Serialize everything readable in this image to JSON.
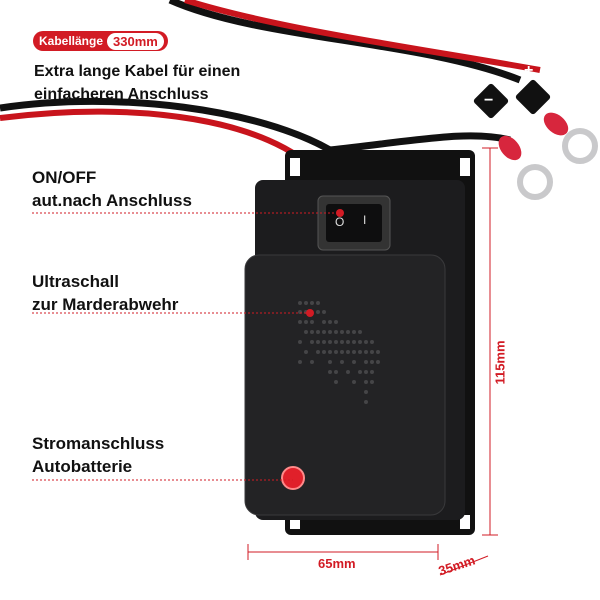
{
  "cable_badge": {
    "label": "Kabellänge",
    "value": "330mm"
  },
  "features": {
    "cable": {
      "line1": "Extra lange  Kabel für einen",
      "line2": "einfacheren  Anschluss"
    },
    "onoff": {
      "line1": "ON/OFF",
      "line2": "aut.nach Anschluss"
    },
    "ultrasound": {
      "line1": "Ultraschall",
      "line2": "zur Marderabwehr"
    },
    "power": {
      "line1": "Stromanschluss",
      "line2": "Autobatterie"
    }
  },
  "dimensions": {
    "height": "115mm",
    "width": "65mm",
    "depth": "35mm"
  },
  "terminals": {
    "positive": "+",
    "negative": "−"
  },
  "switch": {
    "on": "I",
    "off": "O"
  },
  "colors": {
    "accent": "#d21b24",
    "device": "#1c1c1e",
    "cable_black": "#111111",
    "cable_red": "#c8141c"
  }
}
